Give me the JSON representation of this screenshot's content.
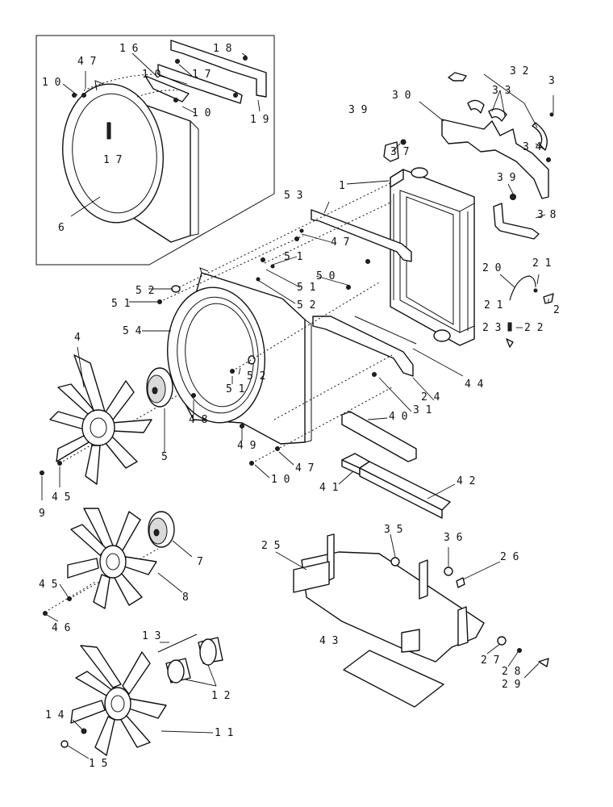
{
  "labels": [
    {
      "id": "1",
      "text": "1"
    },
    {
      "id": "2",
      "text": "2"
    },
    {
      "id": "3",
      "text": "3"
    },
    {
      "id": "4",
      "text": "4"
    },
    {
      "id": "5",
      "text": "5"
    },
    {
      "id": "6",
      "text": "6"
    },
    {
      "id": "7",
      "text": "7"
    },
    {
      "id": "8",
      "text": "8"
    },
    {
      "id": "9",
      "text": "9"
    },
    {
      "id": "10a",
      "text": "1 0"
    },
    {
      "id": "10b",
      "text": "1 0"
    },
    {
      "id": "10c",
      "text": "1 0"
    },
    {
      "id": "10d",
      "text": "1 0"
    },
    {
      "id": "11",
      "text": "1 1"
    },
    {
      "id": "12",
      "text": "1 2"
    },
    {
      "id": "13",
      "text": "1 3"
    },
    {
      "id": "14",
      "text": "1 4"
    },
    {
      "id": "15",
      "text": "1 5"
    },
    {
      "id": "16",
      "text": "1 6"
    },
    {
      "id": "17a",
      "text": "1 7"
    },
    {
      "id": "17b",
      "text": "1 7"
    },
    {
      "id": "18",
      "text": "1 8"
    },
    {
      "id": "19",
      "text": "1 9"
    },
    {
      "id": "20",
      "text": "2 0"
    },
    {
      "id": "21a",
      "text": "2 1"
    },
    {
      "id": "21b",
      "text": "2 1"
    },
    {
      "id": "22",
      "text": "2 2"
    },
    {
      "id": "23",
      "text": "2 3"
    },
    {
      "id": "24",
      "text": "2 4"
    },
    {
      "id": "25",
      "text": "2 5"
    },
    {
      "id": "26",
      "text": "2 6"
    },
    {
      "id": "27",
      "text": "2 7"
    },
    {
      "id": "28",
      "text": "2 8"
    },
    {
      "id": "29",
      "text": "2 9"
    },
    {
      "id": "30",
      "text": "3 0"
    },
    {
      "id": "31",
      "text": "3 1"
    },
    {
      "id": "32",
      "text": "3 2"
    },
    {
      "id": "33",
      "text": "3 3"
    },
    {
      "id": "34",
      "text": "3 4"
    },
    {
      "id": "35",
      "text": "3 5"
    },
    {
      "id": "36",
      "text": "3 6"
    },
    {
      "id": "37",
      "text": "3 7"
    },
    {
      "id": "38",
      "text": "3 8"
    },
    {
      "id": "39a",
      "text": "3 9"
    },
    {
      "id": "39b",
      "text": "3 9"
    },
    {
      "id": "40",
      "text": "4 0"
    },
    {
      "id": "41",
      "text": "4 1"
    },
    {
      "id": "42",
      "text": "4 2"
    },
    {
      "id": "43",
      "text": "4 3"
    },
    {
      "id": "44",
      "text": "4 4"
    },
    {
      "id": "45a",
      "text": "4 5"
    },
    {
      "id": "45b",
      "text": "4 5"
    },
    {
      "id": "46",
      "text": "4 6"
    },
    {
      "id": "47a",
      "text": "4 7"
    },
    {
      "id": "47b",
      "text": "4 7"
    },
    {
      "id": "47c",
      "text": "4 7"
    },
    {
      "id": "48",
      "text": "4 8"
    },
    {
      "id": "49",
      "text": "4 9"
    },
    {
      "id": "50",
      "text": "5 0"
    },
    {
      "id": "51a",
      "text": "5 1"
    },
    {
      "id": "51b",
      "text": "5 1"
    },
    {
      "id": "51c",
      "text": "5 1"
    },
    {
      "id": "51d",
      "text": "5 1"
    },
    {
      "id": "52a",
      "text": "5 2"
    },
    {
      "id": "52b",
      "text": "5 2"
    },
    {
      "id": "52c",
      "text": "5 2"
    },
    {
      "id": "53",
      "text": "5 3"
    },
    {
      "id": "54",
      "text": "5 4"
    }
  ]
}
